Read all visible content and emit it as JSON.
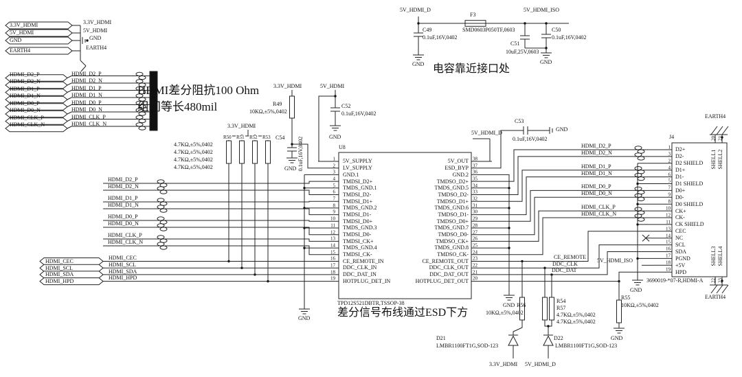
{
  "notes": {
    "diff_impedance": "HDMI差分阻抗100 Ohm",
    "length_match": "组间等长480mil",
    "cap_near_connector": "电容靠近接口处",
    "esd_routing": "差分信号布线通过ESD下方"
  },
  "ports": {
    "power": [
      {
        "label": "3.3V_HDMI",
        "net": "3.3V_HDMI"
      },
      {
        "label": "5V_HDMI",
        "net": "5V_HDMI"
      },
      {
        "label": "GND",
        "net": "GND"
      },
      {
        "label": "EARTH4",
        "net": "EARTH4"
      }
    ]
  },
  "nets": {
    "v33": "3.3V_HDMI",
    "v5": "5V_HDMI",
    "v5d": "5V_HDMI_D",
    "v5iso": "5V_HDMI_ISO",
    "gnd": "GND",
    "earth": "EARTH4",
    "left_diff": [
      "HDMI_D2_P",
      "HDMI_D2_N",
      "HDMI_D1_P",
      "HDMI_D1_N",
      "HDMI_D0_P",
      "HDMI_D0_N",
      "HDMI_CLK_P",
      "HDMI_CLK_N"
    ],
    "left_ctl": [
      "HDMI_CEC",
      "HDMI_SCL",
      "HDMI_SDA",
      "HDMI_HPD"
    ],
    "right_diff": [
      "HDMI_D2_P",
      "HDMI_D2_N",
      "HDMI_D1_P",
      "HDMI_D1_N",
      "HDMI_D0_P",
      "HDMI_D0_N",
      "HDMI_CLK_P",
      "HDMI_CLK_N"
    ],
    "right_ctl": [
      "CE_REMOTE",
      "DDC_CLK",
      "DDC_DAT"
    ]
  },
  "u8": {
    "ref": "U8",
    "part": "TPD12S521DBTR,TSSOP-38",
    "left_pins": [
      {
        "num": "1",
        "name": "5V_SUPPLY"
      },
      {
        "num": "2",
        "name": "LV_SUPPLY"
      },
      {
        "num": "3",
        "name": "GND.1"
      },
      {
        "num": "4",
        "name": "TMDSI_D2+"
      },
      {
        "num": "5",
        "name": "TMDS_GND.1"
      },
      {
        "num": "6",
        "name": "TMDSI_D2-"
      },
      {
        "num": "7",
        "name": "TMDSI_D1+"
      },
      {
        "num": "8",
        "name": "TMDS_GND.2"
      },
      {
        "num": "9",
        "name": "TMDSI_D1-"
      },
      {
        "num": "10",
        "name": "TMDSI_D0+"
      },
      {
        "num": "11",
        "name": "TMDS_GND.3"
      },
      {
        "num": "12",
        "name": "TMDSI_D0-"
      },
      {
        "num": "13",
        "name": "TMDSI_CK+"
      },
      {
        "num": "14",
        "name": "TMDS_GND.4"
      },
      {
        "num": "15",
        "name": "TMDSI_CK-"
      },
      {
        "num": "16",
        "name": "CE_REMOTE_IN"
      },
      {
        "num": "17",
        "name": "DDC_CLK_IN"
      },
      {
        "num": "18",
        "name": "DDC_DAT_IN"
      },
      {
        "num": "19",
        "name": "HOTPLUG_DET_IN"
      }
    ],
    "right_pins": [
      {
        "num": "38",
        "name": "5V_OUT"
      },
      {
        "num": "37",
        "name": "ESD_BYP"
      },
      {
        "num": "36",
        "name": "GND.2"
      },
      {
        "num": "35",
        "name": "TMDSO_D2+"
      },
      {
        "num": "34",
        "name": "TMDS_GND.5"
      },
      {
        "num": "33",
        "name": "TMDSO_D2-"
      },
      {
        "num": "32",
        "name": "TMDSO_D1+"
      },
      {
        "num": "31",
        "name": "TMDS_GND.6"
      },
      {
        "num": "30",
        "name": "TMDSO_D1-"
      },
      {
        "num": "29",
        "name": "TMDSO_D0+"
      },
      {
        "num": "28",
        "name": "TMDS_GND.7"
      },
      {
        "num": "27",
        "name": "TMDSO_D0-"
      },
      {
        "num": "26",
        "name": "TMDSO_CK+"
      },
      {
        "num": "25",
        "name": "TMDS_GND.8"
      },
      {
        "num": "24",
        "name": "TMDSO_CK-"
      },
      {
        "num": "23",
        "name": "CE_REMOTE_OUT"
      },
      {
        "num": "22",
        "name": "DDC_CLK_OUT"
      },
      {
        "num": "21",
        "name": "DDC_DAT_OUT"
      },
      {
        "num": "20",
        "name": "HOTPLUG_DET_OUT"
      }
    ]
  },
  "j4": {
    "ref": "J4",
    "part": "3690019-*07-R,HDMI-A",
    "pins": [
      {
        "num": "1",
        "name": "D2+"
      },
      {
        "num": "3",
        "name": "D2-"
      },
      {
        "num": "2",
        "name": "D2 SHIELD"
      },
      {
        "num": "4",
        "name": "D1+"
      },
      {
        "num": "6",
        "name": "D1-"
      },
      {
        "num": "5",
        "name": "D1 SHIELD"
      },
      {
        "num": "7",
        "name": "D0+"
      },
      {
        "num": "9",
        "name": "D0-"
      },
      {
        "num": "8",
        "name": "D0 SHIELD"
      },
      {
        "num": "10",
        "name": "CK+"
      },
      {
        "num": "12",
        "name": "CK-"
      },
      {
        "num": "11",
        "name": "CK SHIELD"
      },
      {
        "num": "13",
        "name": "CEC"
      },
      {
        "num": "14",
        "name": "NC"
      },
      {
        "num": "15",
        "name": "SCL"
      },
      {
        "num": "16",
        "name": "SDA"
      },
      {
        "num": "17",
        "name": "PGND"
      },
      {
        "num": "18",
        "name": "+5V"
      },
      {
        "num": "19",
        "name": "HPD"
      }
    ],
    "shells_top": [
      {
        "num": "20",
        "name": "SHELL1"
      },
      {
        "num": "21",
        "name": "SHELL2"
      }
    ],
    "shells_bottom": [
      {
        "num": "22",
        "name": "SHELL3"
      },
      {
        "num": "23",
        "name": "SHELL4"
      }
    ],
    "earth_top": "EARTH4",
    "earth_bottom": "EARTH4"
  },
  "components": {
    "r49": {
      "ref": "R49",
      "value": "10KΩ,±5%,0402"
    },
    "r50_53": {
      "refs": [
        "R50",
        "R51",
        "R52",
        "R53"
      ],
      "values": [
        "4.7KΩ,±5%,0402",
        "4.7KΩ,±5%,0402",
        "4.7KΩ,±5%,0402",
        "4.7KΩ,±5%,0402"
      ]
    },
    "r54": {
      "ref": "R54",
      "value": "4.7KΩ,±5%,0402"
    },
    "r55": {
      "ref": "R55",
      "value": "10KΩ,±5%,0402"
    },
    "r56": {
      "ref": "R56",
      "value": "10KΩ,±5%,0402"
    },
    "r57": {
      "ref": "R57",
      "value": "4.7KΩ,±5%,0402"
    },
    "c49": {
      "ref": "C49",
      "value": "0.1uF,16V,0402"
    },
    "c50": {
      "ref": "C50",
      "value": "0.1uF,16V,0402"
    },
    "c51": {
      "ref": "C51",
      "value": "10uF,25V,0603"
    },
    "c52": {
      "ref": "C52",
      "value": "0.1uF,16V,0402"
    },
    "c53": {
      "ref": "C53",
      "value": "0.1uF,16V,0402"
    },
    "c54": {
      "ref": "C54",
      "value": "0.1uF,16V,0402"
    },
    "f3": {
      "ref": "F3",
      "value": "SMD0603P050TF,0603"
    },
    "d21": {
      "ref": "D21",
      "value": "LMBR1100FT1G,SOD-123"
    },
    "d22": {
      "ref": "D22",
      "value": "LMBR1100FT1G,SOD-123"
    }
  }
}
